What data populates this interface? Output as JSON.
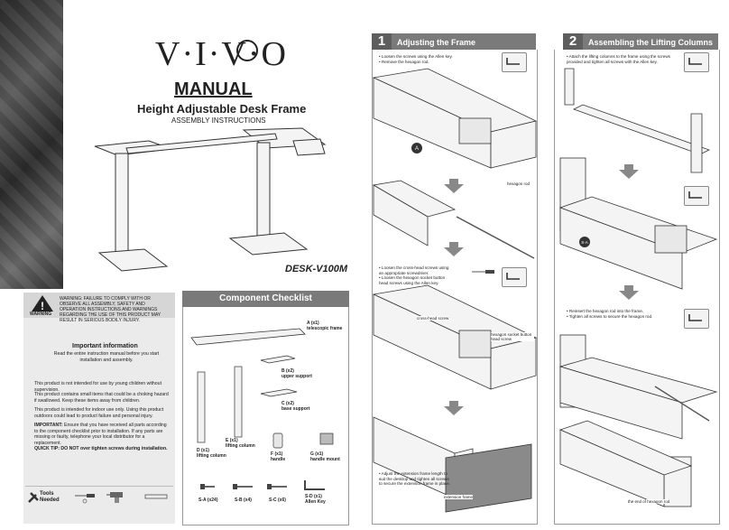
{
  "cover": {
    "logo": "V·I·V·O",
    "manual": "MANUAL",
    "title": "Height Adjustable Desk Frame",
    "subtitle": "ASSEMBLY INSTRUCTIONS",
    "model": "DESK-V100M"
  },
  "warning": {
    "label": "WARNING",
    "text": "WARNING: FAILURE TO COMPLY WITH OR OBSERVE ALL ASSEMBLY, SAFETY AND OPERATION INSTRUCTIONS AND WARNINGS REGARDING THE USE OF THIS PRODUCT MAY RESULT IN SERIOUS BODILY INJURY.",
    "info_title": "Important information",
    "info_text": "Read the entire instruction manual before you start installation and assembly.",
    "p1": "This product is not intended for use by young children without supervision.",
    "p2": "This product contains small items that could be a choking hazard if swallowed. Keep these items away from children.",
    "p3": "This product is intended for indoor use only. Using this product outdoors could lead to product failure and personal injury.",
    "p4_bold": "IMPORTANT:",
    "p4": " Ensure that you have received all parts according to the component checklist prior to installation. If any parts are missing or faulty, telephone your local distributor for a replacement.",
    "quick_tip": "QUICK TIP: DO NOT over tighten screws during installation.",
    "tools_label": "Tools Needed"
  },
  "checklist": {
    "title": "Component Checklist",
    "parts": [
      {
        "id": "A (x1)",
        "name": "telescopic frame"
      },
      {
        "id": "B (x2)",
        "name": "upper support"
      },
      {
        "id": "C (x2)",
        "name": "base support"
      },
      {
        "id": "D (x1)",
        "name": "lifting column"
      },
      {
        "id": "E (x1)",
        "name": "lifting column"
      },
      {
        "id": "F (x1)",
        "name": "handle"
      },
      {
        "id": "G (x1)",
        "name": "handle mount"
      }
    ],
    "hardware": [
      {
        "id": "S-A (x24)",
        "name": ""
      },
      {
        "id": "S-B (x4)",
        "name": ""
      },
      {
        "id": "S-C (x6)",
        "name": ""
      },
      {
        "id": "S-D (x1)",
        "name": "Allen Key"
      }
    ]
  },
  "step1": {
    "num": "1",
    "title": "Adjusting the Frame",
    "bullets1": [
      "• Loosen the screws using the Allen key.",
      "• Remove the hexagon rod."
    ],
    "callout_a": "A",
    "hexagon_rod": "hexagon rod",
    "bullets2": [
      "• Loosen the cross-head screws using",
      "  an appropriate screwdriver.",
      "• Loosen the hexagon socket button",
      "  head screws using the Allen key."
    ],
    "crosshead": "cross-head screw",
    "hexsocket": "hexagon socket button head screw",
    "bullets3": [
      "• Adjust the extension frame length to",
      "  suit the desktop and tighten all screws",
      "  to secure the extension frame in place."
    ],
    "extension": "extension frame"
  },
  "step2": {
    "num": "2",
    "title": "Assembling the Lifting Columns",
    "bullets1": [
      "• Attach the lifting columns to the frame using the screws",
      "  provided and tighten all screws with the Allen key."
    ],
    "callout_sa": "S-A",
    "bullets2": [
      "• Reinsert the hexagon rod into the frame.",
      "• Tighten all screws to secure the hexagon rod."
    ],
    "end_rod": "the end of hexagon rod"
  }
}
